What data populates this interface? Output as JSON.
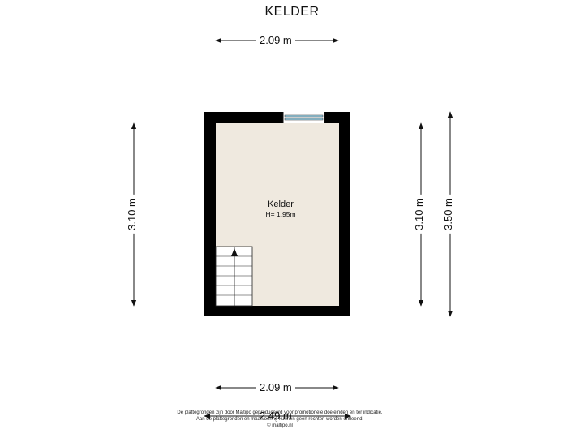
{
  "floor": {
    "title": "KELDER"
  },
  "dimensions": {
    "top_width": "2.09 m",
    "bottom_width": "2.09 m",
    "bottom_total": "2.49 m",
    "left_height": "3.10 m",
    "right_inner_height": "3.10 m",
    "right_outer_height": "3.50 m"
  },
  "room": {
    "name": "Kelder",
    "height": "H= 1.95m"
  },
  "footer": {
    "line1": "De plattegronden zijn door Maltipo geproduceerd voor promotionele doeleinden en ter indicatie.",
    "line2": "Aan de plattegronden en maatvoering kunnen geen rechten worden ontleend.",
    "line3": "© maltipo.nl"
  },
  "colors": {
    "wall": "#000000",
    "floor": "#efe9df",
    "window": "#9fd7ec"
  }
}
